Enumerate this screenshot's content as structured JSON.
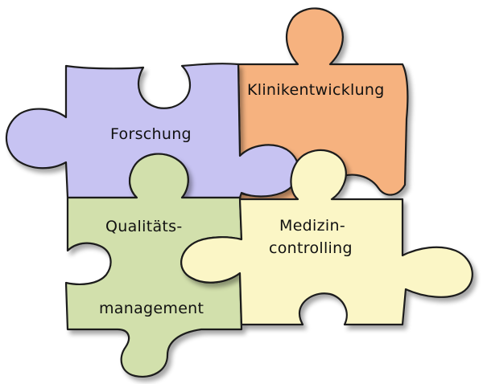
{
  "pieces": {
    "forschung": {
      "label": "Forschung",
      "color": "#c7c3f2"
    },
    "klinik": {
      "label": "Klinikentwicklung",
      "color": "#f6b27f"
    },
    "qualitaet": {
      "label_line1": "Qualitäts-",
      "label_line2": "management",
      "color": "#d2e0ac"
    },
    "medizin": {
      "label_line1": "Medizin-",
      "label_line2": "controlling",
      "color": "#fbf6c6"
    }
  },
  "colors": {
    "outline": "#1a1a1a",
    "shadow": "#b9b9b9"
  }
}
